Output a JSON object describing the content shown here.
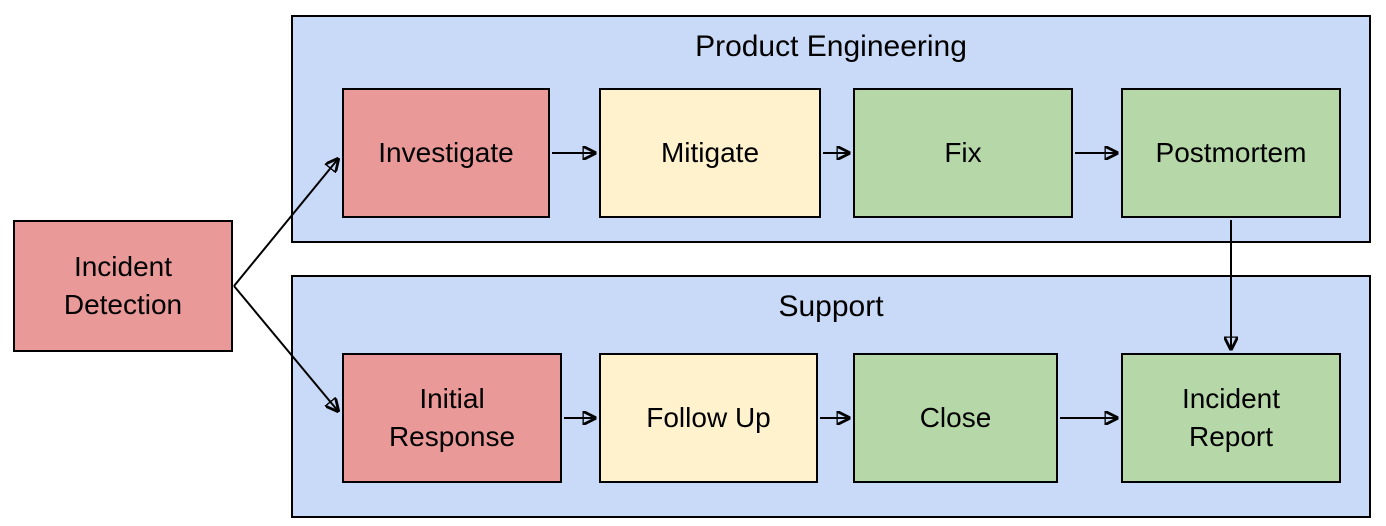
{
  "colors": {
    "node_red": "#EA9999",
    "node_yellow": "#FFF2CC",
    "node_green": "#B6D7A8",
    "lane_blue": "#C9DAF8",
    "border": "#000000",
    "text": "#000000",
    "background": "#FFFFFF"
  },
  "start_node": {
    "label": "Incident Detection",
    "fill": "#EA9999"
  },
  "lanes": [
    {
      "title": "Product Engineering",
      "fill": "#C9DAF8",
      "nodes": [
        {
          "label": "Investigate",
          "fill": "#EA9999"
        },
        {
          "label": "Mitigate",
          "fill": "#FFF2CC"
        },
        {
          "label": "Fix",
          "fill": "#B6D7A8"
        },
        {
          "label": "Postmortem",
          "fill": "#B6D7A8"
        }
      ]
    },
    {
      "title": "Support",
      "fill": "#C9DAF8",
      "nodes": [
        {
          "label": "Initial Response",
          "fill": "#EA9999"
        },
        {
          "label": "Follow Up",
          "fill": "#FFF2CC"
        },
        {
          "label": "Close",
          "fill": "#B6D7A8"
        },
        {
          "label": "Incident Report",
          "fill": "#B6D7A8"
        }
      ]
    }
  ],
  "edges": [
    {
      "from": "Incident Detection",
      "to": "Investigate"
    },
    {
      "from": "Incident Detection",
      "to": "Initial Response"
    },
    {
      "from": "Investigate",
      "to": "Mitigate"
    },
    {
      "from": "Mitigate",
      "to": "Fix"
    },
    {
      "from": "Fix",
      "to": "Postmortem"
    },
    {
      "from": "Postmortem",
      "to": "Incident Report"
    },
    {
      "from": "Initial Response",
      "to": "Follow Up"
    },
    {
      "from": "Follow Up",
      "to": "Close"
    },
    {
      "from": "Close",
      "to": "Incident Report"
    }
  ]
}
